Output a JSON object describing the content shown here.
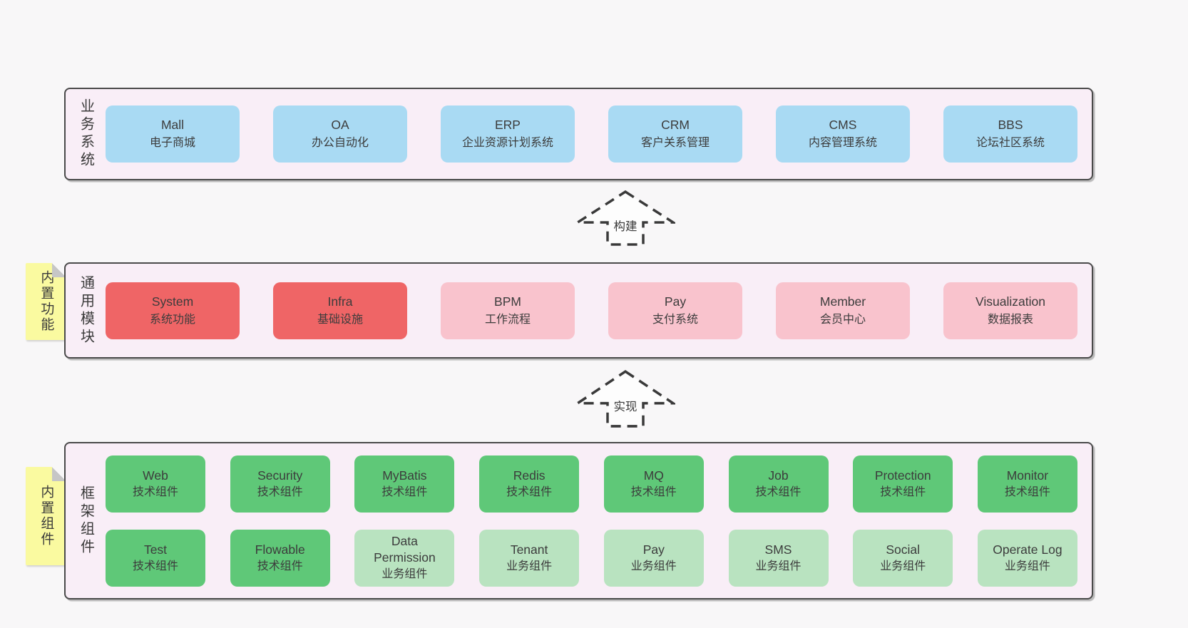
{
  "page": {
    "background": "#f8f7f8"
  },
  "colors": {
    "pagebg": "#f8f7f8",
    "containerFill": "#f9eef7",
    "borderCol": "#4a4a4a",
    "blue": "#a9daf3",
    "red": "#ef6566",
    "pink": "#f9c3cd",
    "green": "#5fc878",
    "lightGreen": "#b9e3c0",
    "yellow": "#fafaa0"
  },
  "arrows": [
    {
      "label": "构建"
    },
    {
      "label": "实现"
    }
  ],
  "layers": {
    "business": {
      "label": "业务系统",
      "boxes": [
        {
          "name": "Mall",
          "desc": "电子商城"
        },
        {
          "name": "OA",
          "desc": "办公自动化"
        },
        {
          "name": "ERP",
          "desc": "企业资源计划系统"
        },
        {
          "name": "CRM",
          "desc": "客户关系管理"
        },
        {
          "name": "CMS",
          "desc": "内容管理系统"
        },
        {
          "name": "BBS",
          "desc": "论坛社区系统"
        }
      ]
    },
    "modules": {
      "label": "通用模块",
      "note": "内置功能",
      "boxes": [
        {
          "name": "System",
          "desc": "系统功能",
          "variant": "red"
        },
        {
          "name": "Infra",
          "desc": "基础设施",
          "variant": "red"
        },
        {
          "name": "BPM",
          "desc": "工作流程",
          "variant": "pink"
        },
        {
          "name": "Pay",
          "desc": "支付系统",
          "variant": "pink"
        },
        {
          "name": "Member",
          "desc": "会员中心",
          "variant": "pink"
        },
        {
          "name": "Visualization",
          "desc": "数据报表",
          "variant": "pink"
        }
      ]
    },
    "framework": {
      "label": "框架组件",
      "note": "内置组件",
      "rows": [
        [
          {
            "name": "Web",
            "desc": "技术组件",
            "variant": "green"
          },
          {
            "name": "Security",
            "desc": "技术组件",
            "variant": "green"
          },
          {
            "name": "MyBatis",
            "desc": "技术组件",
            "variant": "green"
          },
          {
            "name": "Redis",
            "desc": "技术组件",
            "variant": "green"
          },
          {
            "name": "MQ",
            "desc": "技术组件",
            "variant": "green"
          },
          {
            "name": "Job",
            "desc": "技术组件",
            "variant": "green"
          },
          {
            "name": "Protection",
            "desc": "技术组件",
            "variant": "green"
          },
          {
            "name": "Monitor",
            "desc": "技术组件",
            "variant": "green"
          }
        ],
        [
          {
            "name": "Test",
            "desc": "技术组件",
            "variant": "green"
          },
          {
            "name": "Flowable",
            "desc": "技术组件",
            "variant": "green"
          },
          {
            "name": "Data Permission",
            "desc": "业务组件",
            "variant": "lightgreen"
          },
          {
            "name": "Tenant",
            "desc": "业务组件",
            "variant": "lightgreen"
          },
          {
            "name": "Pay",
            "desc": "业务组件",
            "variant": "lightgreen"
          },
          {
            "name": "SMS",
            "desc": "业务组件",
            "variant": "lightgreen"
          },
          {
            "name": "Social",
            "desc": "业务组件",
            "variant": "lightgreen"
          },
          {
            "name": "Operate Log",
            "desc": "业务组件",
            "variant": "lightgreen"
          }
        ]
      ]
    }
  }
}
